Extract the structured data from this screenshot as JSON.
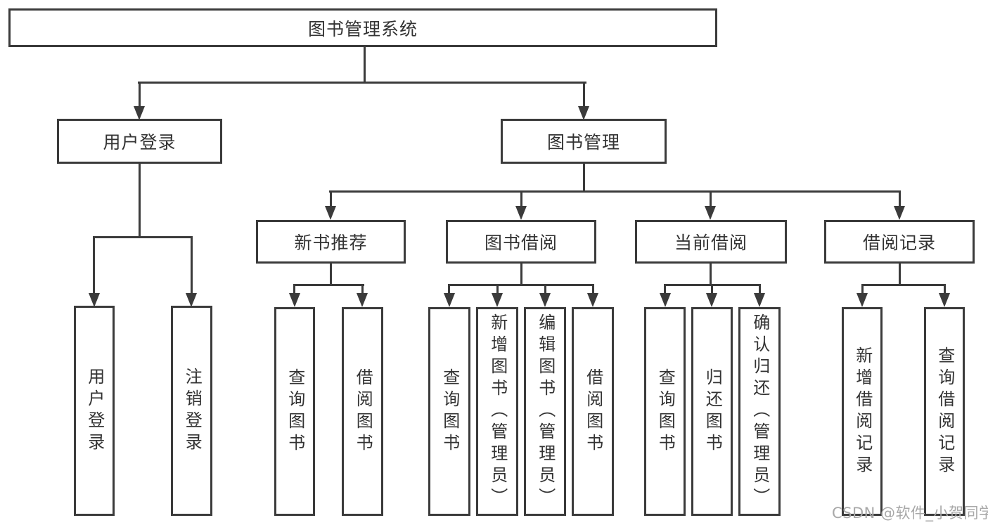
{
  "diagram": {
    "title": "图书管理系统",
    "level2": {
      "user_login": "用户登录",
      "book_mgmt": "图书管理"
    },
    "level3": {
      "new_books": "新书推荐",
      "borrowing": "图书借阅",
      "current": "当前借阅",
      "records": "借阅记录"
    },
    "leaves": {
      "user_login": [
        "用户登录",
        "注销登录"
      ],
      "new_books": [
        "查询图书",
        "借阅图书"
      ],
      "borrowing": [
        "查询图书",
        "新增图书（管理员）",
        "编辑图书（管理员）",
        "借阅图书"
      ],
      "current": [
        "查询图书",
        "归还图书",
        "确认归还（管理员）"
      ],
      "records": [
        "新增借阅记录",
        "查询借阅记录"
      ]
    },
    "watermark": "CSDN @软件_小贺同学",
    "colors": {
      "line": "#3b3b3b",
      "text": "#333333",
      "watermark": "#a8a8a8",
      "background": "#ffffff"
    }
  }
}
